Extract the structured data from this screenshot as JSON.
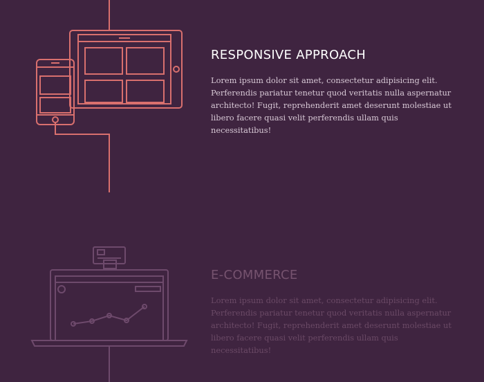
{
  "features": [
    {
      "title": "RESPONSIVE APPROACH",
      "body": "Lorem ipsum dolor sit amet, consectetur adipisicing elit. Perferendis pariatur tenetur quod veritatis nulla aspernatur architecto! Fugit, reprehenderit amet deserunt molestiae ut libero facere quasi velit perferendis ullam quis necessitatibus!",
      "icon": "responsive-devices-icon",
      "state": "active",
      "accent": "#d9706e"
    },
    {
      "title": "E-COMMERCE",
      "body": "Lorem ipsum dolor sit amet, consectetur adipisicing elit. Perferendis pariatur tenetur quod veritatis nulla aspernatur architecto! Fugit, reprehenderit amet deserunt molestiae ut libero facere quasi velit perferendis ullam quis necessitatibus!",
      "icon": "laptop-chart-icon",
      "state": "inactive",
      "accent": "#6e4a6c"
    }
  ],
  "colors": {
    "background": "#3f2440",
    "active_line": "#d9706e",
    "inactive_line": "#6e4a6c"
  }
}
